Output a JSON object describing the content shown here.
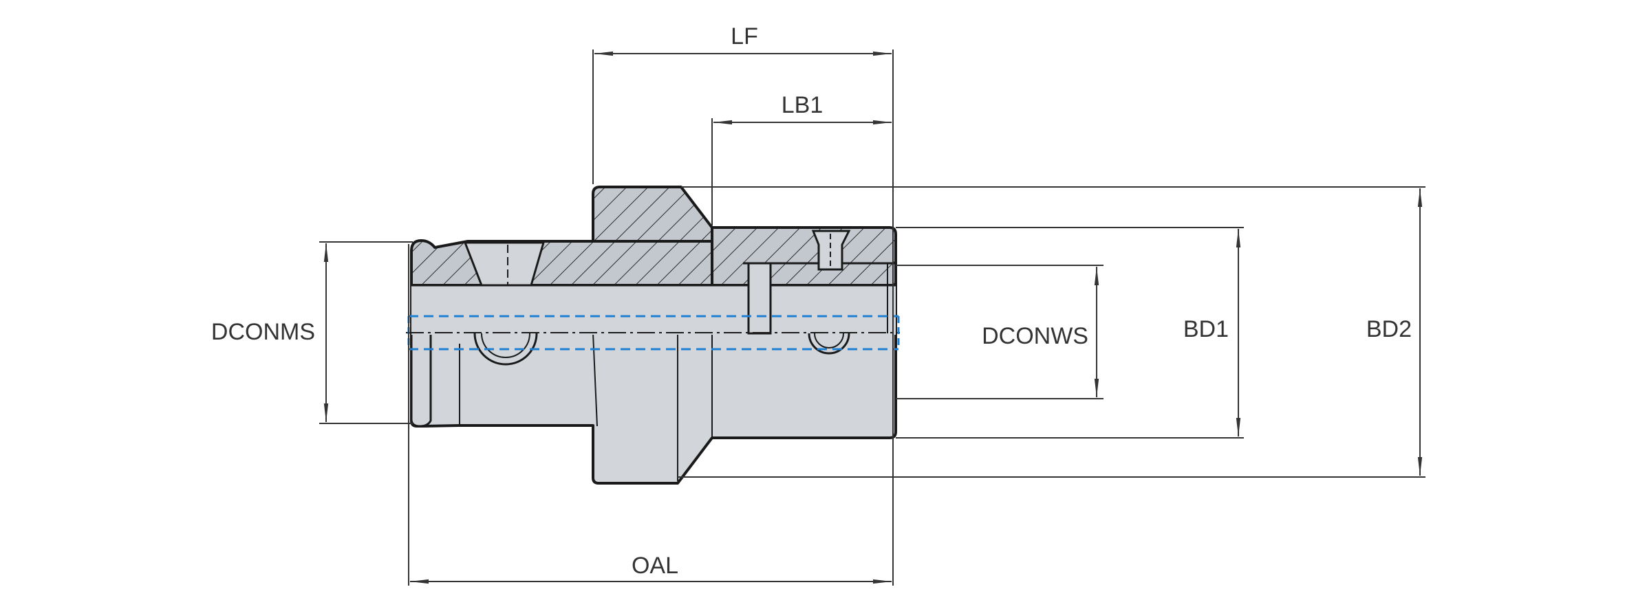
{
  "labels": {
    "lf": "LF",
    "lb1": "LB1",
    "dconms": "DCONMS",
    "dconws": "DCONWS",
    "bd1": "BD1",
    "bd2": "BD2",
    "oal": "OAL"
  },
  "colors": {
    "body_fill": "#d2d6db",
    "section_fill": "#c3c8ce",
    "outline": "#1a1a1a",
    "dimension_line": "#333333",
    "coolant_channel": "#1f7fd1"
  }
}
